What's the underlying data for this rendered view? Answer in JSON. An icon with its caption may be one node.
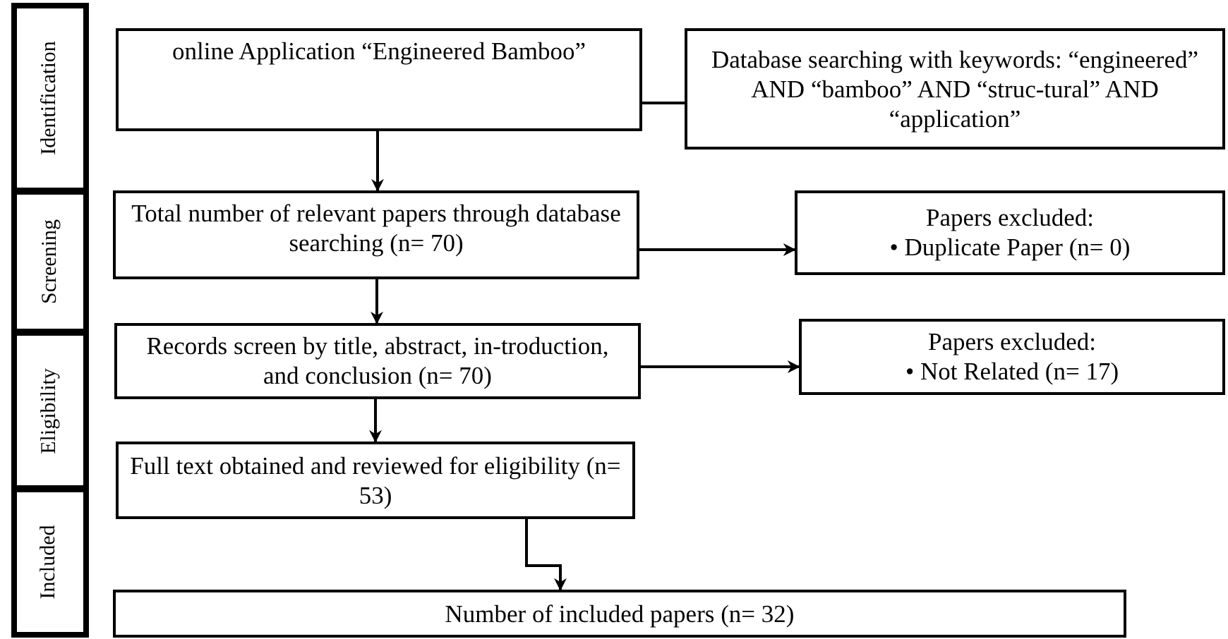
{
  "diagram": {
    "nodes": [
      {
        "text": [
          "Identification"
        ]
      },
      {
        "text": [
          "Screening"
        ]
      },
      {
        "text": [
          "Eligibility"
        ]
      },
      {
        "text": [
          "Included"
        ]
      },
      {
        "text": [
          "online Application “Engineered Bamboo”"
        ]
      },
      {
        "text": [
          "Database searching with keywords: “engineered” AND “bamboo” AND “struc-tural” AND “application”"
        ]
      },
      {
        "text": [
          "Total number of relevant papers through database searching (n= 70)"
        ]
      },
      {
        "text": [
          "Papers excluded:",
          "• Duplicate Paper (n= 0)"
        ]
      },
      {
        "text": [
          "Records screen by title, abstract, in-troduction, and conclusion (n= 70)"
        ]
      },
      {
        "text": [
          "Papers excluded:",
          "• Not Related (n= 17)"
        ]
      },
      {
        "text": [
          "Full text obtained and reviewed for eligibility (n= 53)"
        ]
      },
      {
        "text": [
          "Number of included papers (n= 32)"
        ]
      }
    ],
    "edges": [
      {
        "from": 4,
        "to": 5,
        "arrow": "none"
      },
      {
        "from": 4,
        "to": 6,
        "arrow": "to"
      },
      {
        "from": 6,
        "to": 7,
        "arrow": "to"
      },
      {
        "from": 6,
        "to": 8,
        "arrow": "to"
      },
      {
        "from": 8,
        "to": 9,
        "arrow": "to"
      },
      {
        "from": 8,
        "to": 10,
        "arrow": "to"
      },
      {
        "from": 10,
        "to": 11,
        "arrow": "to"
      }
    ]
  }
}
